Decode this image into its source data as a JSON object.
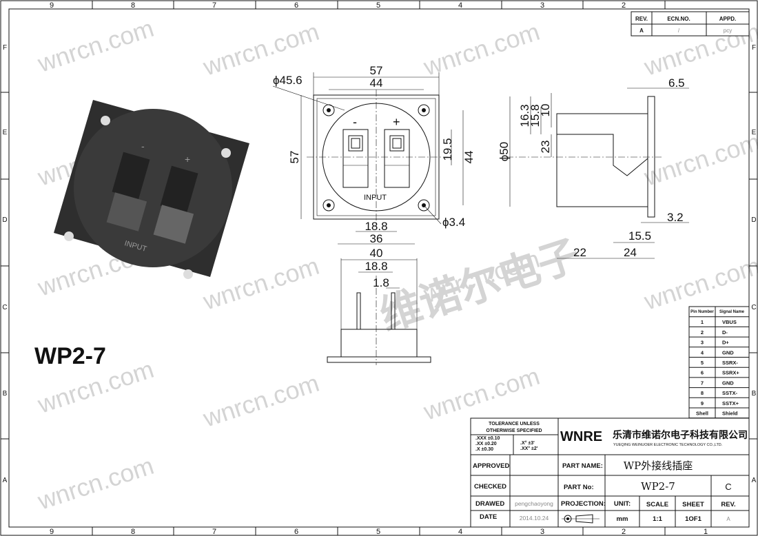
{
  "frame": {
    "columns": [
      "9",
      "8",
      "7",
      "6",
      "5",
      "4",
      "3",
      "2",
      "1"
    ],
    "rows": [
      "F",
      "E",
      "D",
      "C",
      "B",
      "A"
    ]
  },
  "revision_table": {
    "headers": [
      "REV.",
      "ECN.NO.",
      "APPD."
    ],
    "row": [
      "A",
      "/",
      "pcy"
    ]
  },
  "model_label": "WP2-7",
  "photo_labels": {
    "input": "INPUT",
    "minus": "-",
    "plus": "+"
  },
  "front_view": {
    "dims": {
      "width_outer": "57",
      "hole_spacing": "44",
      "circle": "ϕ45.6",
      "height_outer": "57",
      "height_holes": "44",
      "terminal": "19.5",
      "hole_dia": "ϕ3.4",
      "term_spacing": "18.8",
      "inner": "36"
    },
    "labels": {
      "minus": "-",
      "plus": "+",
      "input": "INPUT"
    }
  },
  "side_view": {
    "dims": {
      "flange": "6.5",
      "d1": "16.3",
      "d2": "15.8",
      "d3": "10",
      "d4": "23",
      "dia": "ϕ50",
      "d5": "3.2",
      "d6": "15.5",
      "d7": "22",
      "d8": "24"
    }
  },
  "bottom_view": {
    "dims": {
      "width": "40",
      "pin_spacing": "18.8",
      "pin_width": "1.8"
    }
  },
  "pin_table": {
    "headers": [
      "Pin Number",
      "Signal Name"
    ],
    "rows": [
      [
        "1",
        "VBUS"
      ],
      [
        "2",
        "D-"
      ],
      [
        "3",
        "D+"
      ],
      [
        "4",
        "GND"
      ],
      [
        "5",
        "SSRX-"
      ],
      [
        "6",
        "SSRX+"
      ],
      [
        "7",
        "GND"
      ],
      [
        "8",
        "SSTX-"
      ],
      [
        "9",
        "SSTX+"
      ],
      [
        "Shell",
        "Shield"
      ]
    ]
  },
  "title_block": {
    "tolerance_title_1": "TOLERANCE UNLESS",
    "tolerance_title_2": "OTHERWISE SPECIFIED",
    "tol": [
      ".XXX  ±0.10",
      ".XX    ±0.20",
      ".X      ±0.30"
    ],
    "ang": [
      ".X°    ±3'",
      ".XX°  ±2'"
    ],
    "logo": "WNRE",
    "company_cn": "乐清市维诺尔电子科技有限公司",
    "company_en": "YUEQING WEINUOER ELECTRONIC TECHNOLOGY CO.,LTD.",
    "approved_label": "APPROVED",
    "checked_label": "CHECKED",
    "drawed_label": "DRAWED",
    "drawed_value": "pengchaoyong",
    "date_label": "DATE",
    "date_value": "2014.10.24",
    "part_name_label": "PART NAME:",
    "part_name_value": "WP外接线插座",
    "part_no_label": "PART No:",
    "part_no_value": "WP2-7",
    "part_rev": "C",
    "projection_label": "PROJECTION:",
    "unit_label": "UNIT:",
    "unit_value": "mm",
    "scale_label": "SCALE",
    "scale_value": "1:1",
    "sheet_label": "SHEET",
    "sheet_value": "1OF1",
    "rev_label": "REV.",
    "rev_value": "A"
  },
  "watermark": {
    "text": "wnrcn.com",
    "cn": "维诺尔电子"
  }
}
